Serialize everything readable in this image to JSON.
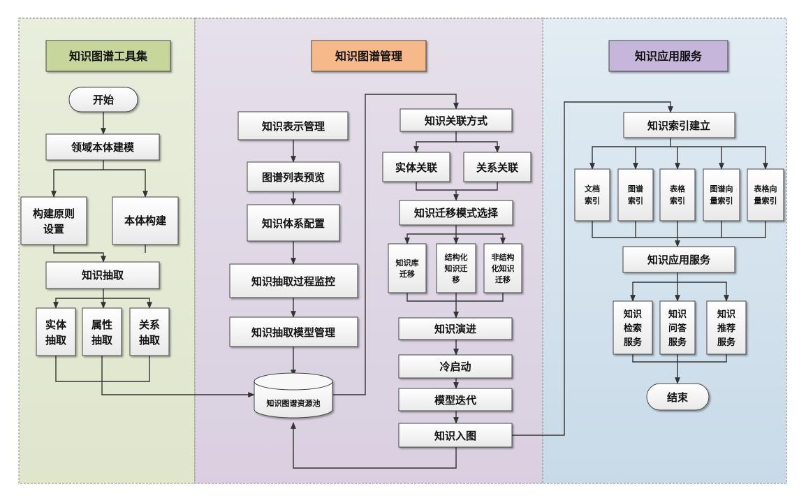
{
  "columns": {
    "toolkit": {
      "title": "知识图谱工具集",
      "start": "开始",
      "domain_modeling": "领域本体建模",
      "construction_rules": [
        "构建原则",
        "设置"
      ],
      "ontology_build": "本体构建",
      "extraction": "知识抽取",
      "entity_extraction": [
        "实体",
        "抽取"
      ],
      "attribute_extraction": [
        "属性",
        "抽取"
      ],
      "relation_extraction": [
        "关系",
        "抽取"
      ]
    },
    "management": {
      "title": "知识图谱管理",
      "representation_mgmt": "知识表示管理",
      "list_preview": "图谱列表预览",
      "system_config": "知识体系配置",
      "extraction_monitor": "知识抽取过程监控",
      "extraction_model_mgmt": "知识抽取模型管理",
      "resource_pool": "知识图谱资源池",
      "association_method": "知识关联方式",
      "entity_association": "实体关联",
      "relation_association": "关系关联",
      "migration_mode": "知识迁移模式选择",
      "kb_migration": [
        "知识库",
        "迁移"
      ],
      "structured_migration": [
        "结构化",
        "知识迁",
        "移"
      ],
      "unstructured_migration": [
        "非结构",
        "化知识",
        "迁移"
      ],
      "evolution": "知识演进",
      "cold_start": "冷启动",
      "model_iteration": "模型迭代",
      "into_graph": "知识入图"
    },
    "service": {
      "title": "知识应用服务",
      "index_build": "知识索引建立",
      "doc_index": [
        "文档",
        "索引"
      ],
      "graph_index": [
        "图谱",
        "索引"
      ],
      "table_index": [
        "表格",
        "索引"
      ],
      "graph_vector_index": [
        "图谱向",
        "量索引"
      ],
      "table_vector_index": [
        "表格向",
        "量索引"
      ],
      "app_service": "知识应用服务",
      "retrieval_service": [
        "知识",
        "检索",
        "服务"
      ],
      "qa_service": [
        "知识",
        "问答",
        "服务"
      ],
      "recommend_service": [
        "知识",
        "推荐",
        "服务"
      ],
      "end": "结束"
    }
  },
  "colors": {
    "toolkit_bg": "#e6ead9",
    "management_bg": "#e1d9e6",
    "service_bg": "#d5e3ee",
    "toolkit_header": "#c7d79b",
    "management_header": "#f5b98a",
    "service_header": "#c7b6dc",
    "box_fill": "#f5f5f5",
    "line": "#333333"
  }
}
